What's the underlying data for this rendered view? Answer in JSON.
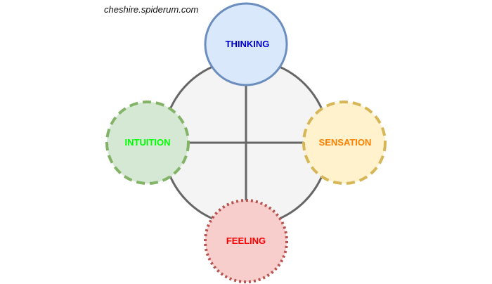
{
  "watermark": "cheshire.spiderum.com",
  "colors": {
    "background": "#ffffff",
    "center_fill": "#f4f4f4",
    "center_stroke": "#666666",
    "axis_stroke": "#666666"
  },
  "nodes": {
    "thinking": {
      "label": "THINKING",
      "fill": "#dae8fc",
      "stroke": "#6c8ebf",
      "text_color": "#0000cc",
      "border": "solid"
    },
    "intuition": {
      "label": "INTUITION",
      "fill": "#d5e8d4",
      "stroke": "#82b366",
      "text_color": "#00ff00",
      "border": "dashed"
    },
    "sensation": {
      "label": "SENSATION",
      "fill": "#fff2cc",
      "stroke": "#d6b656",
      "text_color": "#ff8000",
      "border": "dashed"
    },
    "feeling": {
      "label": "FEELING",
      "fill": "#f8cecc",
      "stroke": "#b85450",
      "text_color": "#ff0000",
      "border": "dotted"
    }
  }
}
